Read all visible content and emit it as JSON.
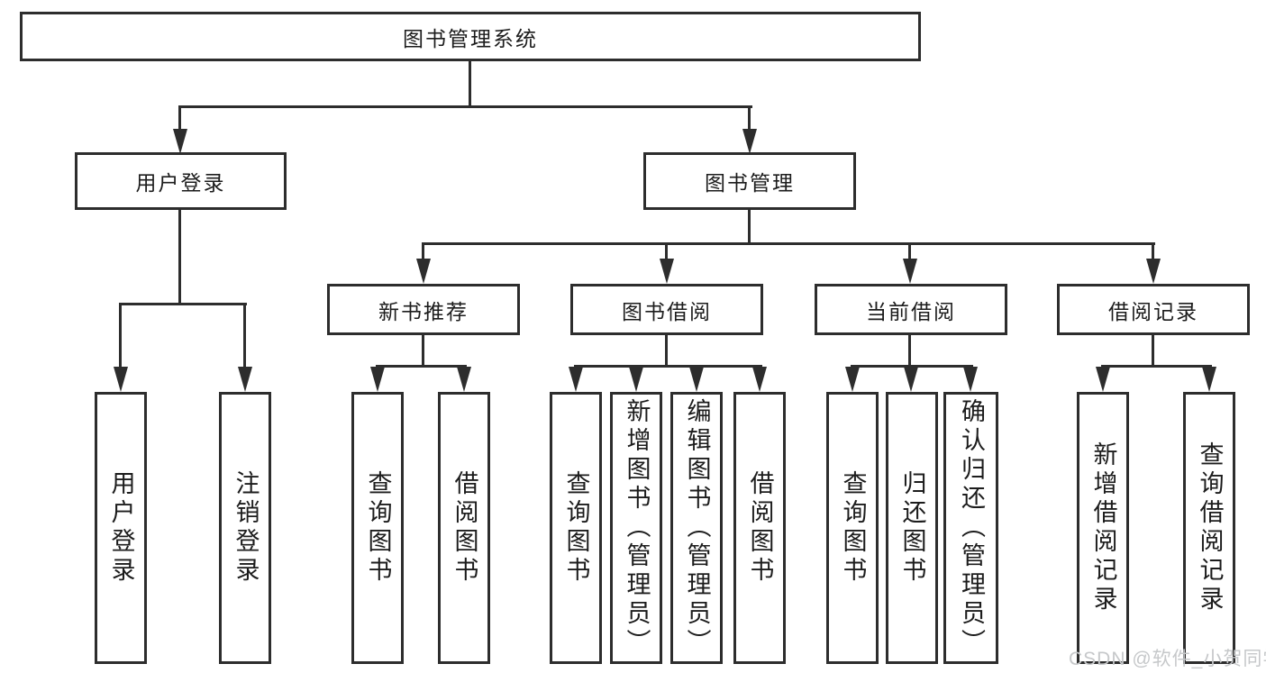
{
  "tree": {
    "root": {
      "label": "图书管理系统"
    },
    "user_login": {
      "label": "用户登录",
      "children": [
        {
          "label": "用户登录"
        },
        {
          "label": "注销登录"
        }
      ]
    },
    "book_management": {
      "label": "图书管理",
      "groups": [
        {
          "label": "新书推荐",
          "children": [
            {
              "label": "查询图书"
            },
            {
              "label": "借阅图书"
            }
          ]
        },
        {
          "label": "图书借阅",
          "children": [
            {
              "label": "查询图书"
            },
            {
              "label": "新增图书（管理员）"
            },
            {
              "label": "编辑图书（管理员）"
            },
            {
              "label": "借阅图书"
            }
          ]
        },
        {
          "label": "当前借阅",
          "children": [
            {
              "label": "查询图书"
            },
            {
              "label": "归还图书"
            },
            {
              "label": "确认归还（管理员）"
            }
          ]
        },
        {
          "label": "借阅记录",
          "children": [
            {
              "label": "新增借阅记录"
            },
            {
              "label": "查询借阅记录"
            }
          ]
        }
      ]
    }
  },
  "watermark": {
    "text": "CSDN @软件_小贺同学"
  },
  "style": {
    "line_color": "#2d2d2d",
    "box_border_color": "#2d2d2d",
    "box_background": "#ffffff",
    "text_color": "#1c1c1c",
    "watermark_color": "#c6c8ca",
    "background": "#ffffff"
  },
  "icons": {
    "arrowhead": "css-triangle-down"
  }
}
